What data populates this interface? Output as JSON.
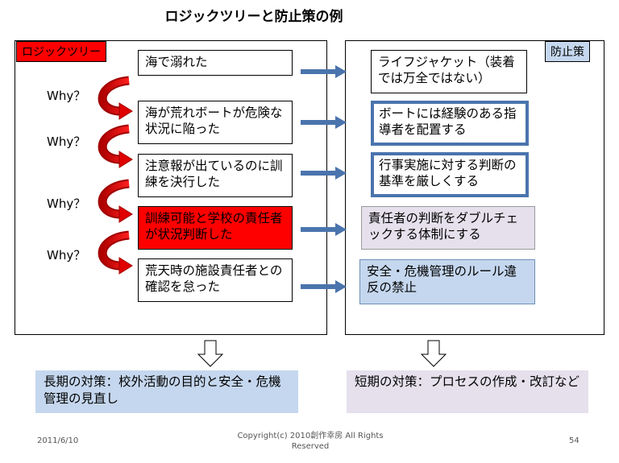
{
  "title": "ロジックツリーと防止策の例",
  "left_panel": {
    "tag": "ロジックツリー"
  },
  "right_panel": {
    "tag": "防止策"
  },
  "why_label": "Why？",
  "causes": [
    "海で溺れた",
    "海が荒れボートが危険な状況に陥った",
    "注意報が出ているのに訓練を決行した",
    "訓練可能と学校の責任者が状況判断した",
    "荒天時の施設責任者との確認を怠った"
  ],
  "measures": [
    "ライフジャケット（装着では万全ではない）",
    "ボートには経験のある指導者を配置する",
    "行事実施に対する判断の基準を厳しくする",
    "責任者の判断をダブルチェックする体制にする",
    "安全・危機管理のルール違反の禁止"
  ],
  "long_term": "長期の対策：校外活動の目的と安全・危機管理の見直し",
  "short_term": "短期の対策：プロセスの作成・改訂など",
  "footer": {
    "date": "2011/6/10",
    "copyright": "Copyright(c)  2010創作幸房 All Rights Reserved",
    "page": "54"
  },
  "colors": {
    "red": "#ff0000",
    "arrow_blue": "#4a74ad",
    "light_blue": "#c5d7ee",
    "lavender": "#e5e0ec"
  }
}
